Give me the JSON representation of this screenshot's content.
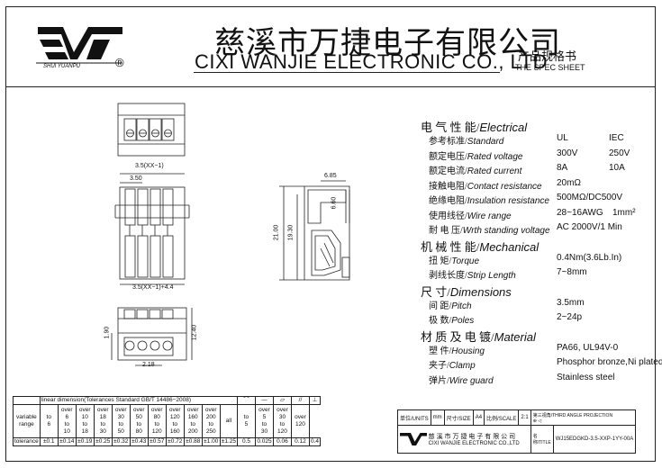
{
  "header": {
    "company_cn": "慈溪市万捷电子有限公司",
    "company_en": "CIXI  WANJIE  ELECTRONIC CO., LTD",
    "logo_text": "SHUI YUANPU",
    "registered": "®",
    "spec_cn": "产品规格书",
    "spec_en": "THE SPEC SHEET"
  },
  "dimensions": {
    "pitch_top": "3.5(XX−1)",
    "d350": "3.50",
    "pitch_bottom": "3.5(XX−1)+4.4",
    "d685": "6.85",
    "d660": "6.60",
    "d2100": "21.00",
    "d1930": "19.30",
    "d190": "1.90",
    "d1240": "12.40",
    "d218": "2.18"
  },
  "specs": [
    {
      "cn": "电 气 性 能/",
      "en": "Electrical",
      "kind": "sect"
    },
    {
      "cn": "参考标准/",
      "en": "Standard",
      "v1": "UL",
      "v2": "IEC"
    },
    {
      "cn": "额定电压/",
      "en": "Rated voltage",
      "v1": "300V",
      "v2": "250V"
    },
    {
      "cn": "额定电流/",
      "en": "Rated current",
      "v1": "8A",
      "v2": "10A"
    },
    {
      "cn": "接触电阻/",
      "en": "Contact resistance",
      "v1": "20mΩ",
      "v2": ""
    },
    {
      "cn": "绝缘电阻/",
      "en": "Insulation resistance",
      "v1": "500MΩ/DC500V",
      "v2": ""
    },
    {
      "cn": "使用线径/",
      "en": "Wire range",
      "v1": "28~16AWG",
      "v2": "1mm²"
    },
    {
      "cn": "耐 电 压/",
      "en": "Wrth standing voltage",
      "v1": "AC 2000V/1 Min",
      "v2": ""
    },
    {
      "cn": "机 械 性 能/",
      "en": "Mechanical",
      "kind": "sect"
    },
    {
      "cn": "扭    矩/",
      "en": "Torque",
      "v1": "0.4Nm(3.6Lb.In)",
      "v2": ""
    },
    {
      "cn": "剥线长度/",
      "en": "Strip Length",
      "v1": "7~8mm",
      "v2": ""
    },
    {
      "cn": "尺    寸/",
      "en": "Dimensions",
      "kind": "sect"
    },
    {
      "cn": "间  距/",
      "en": "Pitch",
      "v1": "3.5mm",
      "v2": ""
    },
    {
      "cn": "极  数/",
      "en": "Poles",
      "v1": "2~24p",
      "v2": ""
    },
    {
      "cn": "材 质 及 电 镀/",
      "en": "Material",
      "kind": "sect"
    },
    {
      "cn": "塑  件/",
      "en": "Housing",
      "v1": "PA66, UL94V-0",
      "v2": ""
    },
    {
      "cn": "夹子/",
      "en": "Clamp",
      "v1": "Phosphor bronze,Ni plated",
      "v2": ""
    },
    {
      "cn": "弹片/",
      "en": "Wire guard",
      "v1": "Stainless steel",
      "v2": ""
    }
  ],
  "tolerance": {
    "title": "linear  dimension(Tolerances  Standard  GB/T  14486−2008)",
    "symbols": [
      "⌒",
      "—",
      "▱",
      "//",
      "⊥"
    ],
    "row_label": "variable range",
    "tol_label": "tolerance",
    "ranges": [
      [
        "",
        "to",
        "6"
      ],
      [
        "over",
        "6",
        "to",
        "10"
      ],
      [
        "over",
        "10",
        "to",
        "18"
      ],
      [
        "over",
        "18",
        "to",
        "30"
      ],
      [
        "over",
        "30",
        "to",
        "50"
      ],
      [
        "over",
        "50",
        "to",
        "80"
      ],
      [
        "over",
        "80",
        "to",
        "120"
      ],
      [
        "over",
        "120",
        "to",
        "160"
      ],
      [
        "over",
        "160",
        "to",
        "200"
      ],
      [
        "over",
        "200",
        "to",
        "250"
      ],
      [
        "",
        "",
        "all",
        ""
      ],
      [
        "",
        "to",
        "5"
      ],
      [
        "over",
        "5",
        "to",
        "30"
      ],
      [
        "over",
        "30",
        "to",
        "120"
      ],
      [
        "over",
        "120",
        "",
        ""
      ]
    ],
    "values": [
      "±0.1",
      "±0.14",
      "±0.19",
      "±0.25",
      "±0.32",
      "±0.43",
      "±0.57",
      "±0.72",
      "±0.88",
      "±1.00",
      "±1.25",
      "0.5",
      "0.025",
      "0.06",
      "0.12",
      "0.4"
    ]
  },
  "titleblock": {
    "units": "单位/UNITS",
    "units_val": "mm",
    "size": "尺寸/SIZE",
    "size_val": "A4",
    "scale": "比例/SCALE",
    "scale_val": "2:1",
    "projection": "第三视角/THIRD ANGLE PROJECTION",
    "company_cn": "慈 溪 市 万 捷 电 子 有 限 公 司",
    "company_en": "CIXI  WANJIE  ELECTRONIC CO.,LTD",
    "title_label": "名称/TITLE",
    "title_val": "WJ15EDGKD-3.5-XXP-1YY-00A"
  }
}
